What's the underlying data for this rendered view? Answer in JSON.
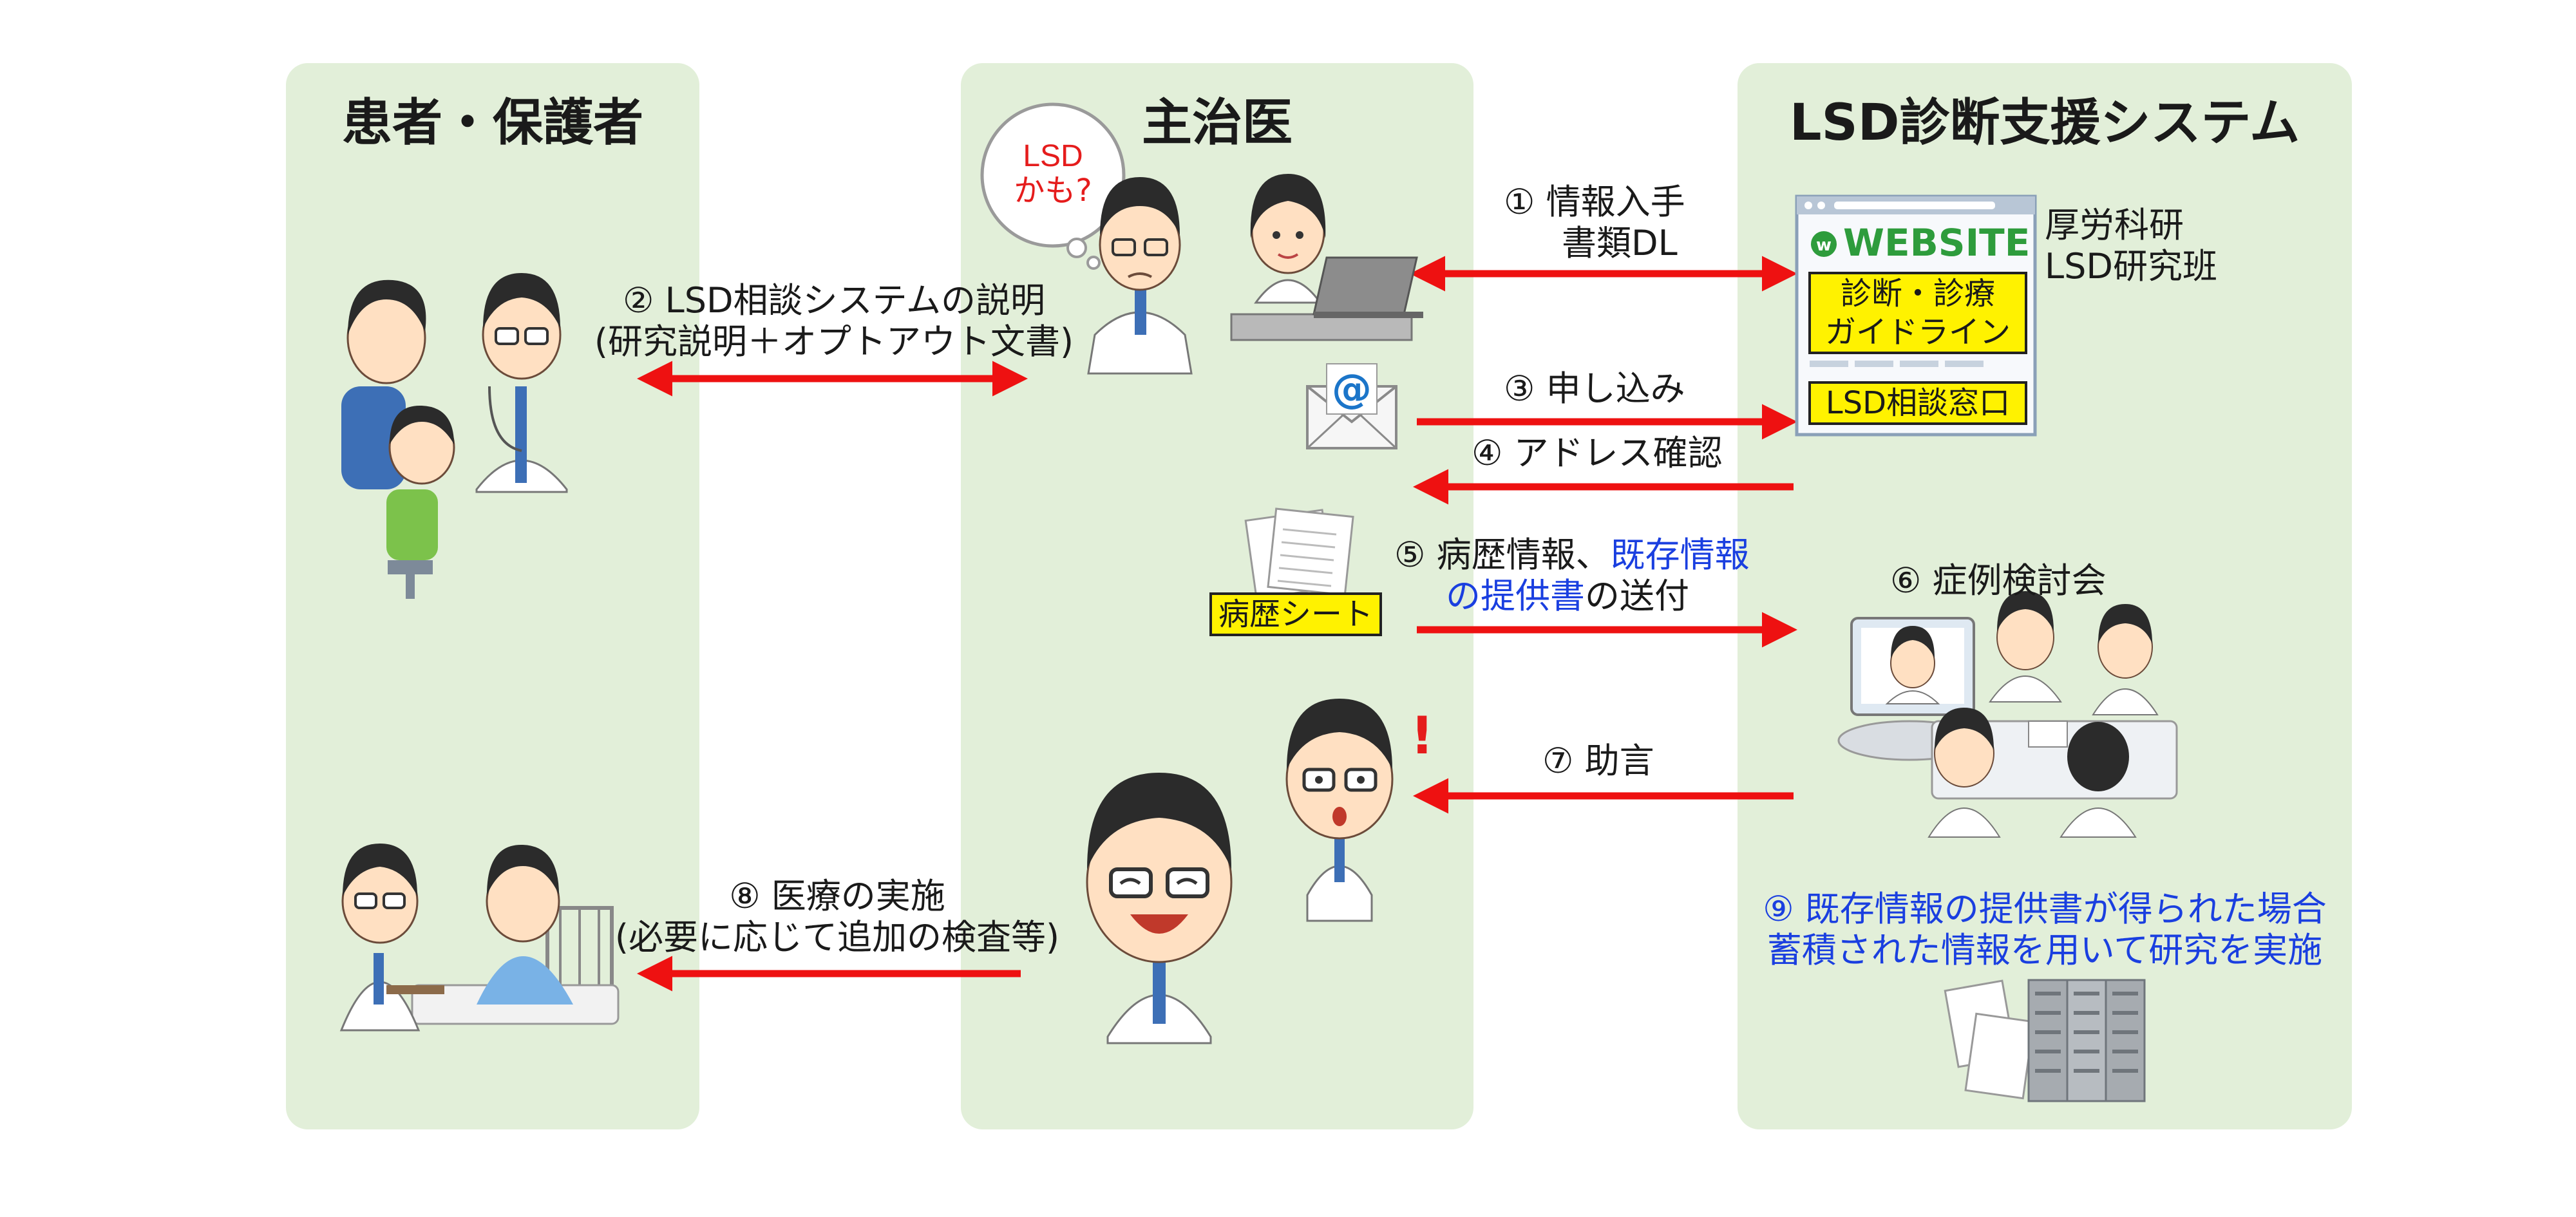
{
  "columns": {
    "patient": {
      "title": "患者・保護者"
    },
    "doctor": {
      "title": "主治医"
    },
    "system": {
      "title": "LSD診断支援システム"
    }
  },
  "thought_bubble": {
    "line1": "LSD",
    "line2": "かも?"
  },
  "website": {
    "brand": "WEBSITE",
    "guide_line1": "診断・診療",
    "guide_line2": "ガイドライン",
    "consult": "LSD相談窓口",
    "owner_line1": "厚労科研",
    "owner_line2": "LSD研究班"
  },
  "history_sheet": {
    "label": "病歴シート"
  },
  "steps": {
    "s1": {
      "line1": "① 情報入手",
      "line2": "書類DL"
    },
    "s2": {
      "line1": "② LSD相談システムの説明",
      "line2": "(研究説明＋オプトアウト文書)"
    },
    "s3": {
      "label": "③ 申し込み"
    },
    "s4": {
      "label": "④ アドレス確認"
    },
    "s5": {
      "part1": "⑤ 病歴情報、",
      "part2": "既存情報",
      "part3": "の提供書",
      "part4": "の送付"
    },
    "s6": {
      "label": "⑥ 症例検討会"
    },
    "s7": {
      "label": "⑦ 助言"
    },
    "s8": {
      "line1": "⑧ 医療の実施",
      "line2": "(必要に応じて追加の検査等)"
    },
    "s9": {
      "line1": "⑨ 既存情報の提供書が得られた場合",
      "line2": "蓄積された情報を用いて研究を実施"
    }
  },
  "icons": {
    "at_symbol": "@",
    "exclaim": "!"
  },
  "colors": {
    "panel": "#e2efd9",
    "arrow": "#ee1111",
    "highlight": "#fff200",
    "blue_text": "#1a3fe0",
    "brand_green": "#2e9c3c"
  }
}
